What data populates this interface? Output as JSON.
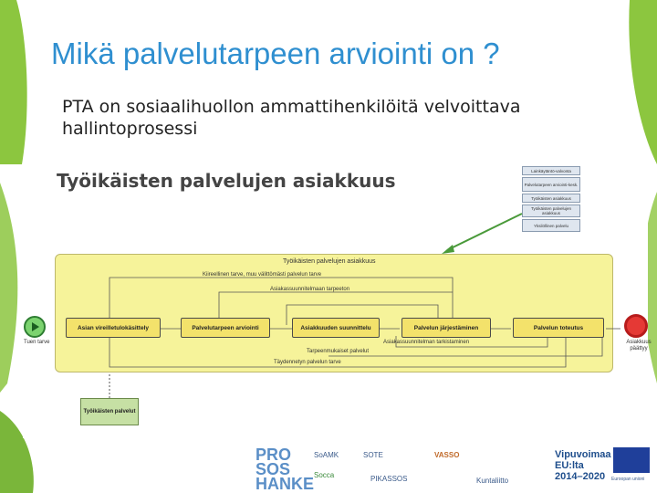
{
  "slide": {
    "title": "Mikä palvelutarpeen arviointi on ?",
    "subtitle": "PTA on sosiaalihuollon ammattihenkilöitä velvoittava hallintoprosessi"
  },
  "diagram": {
    "heading": "Työikäisten palvelujen asiakkuus",
    "frame_title": "Työikäisten palvelujen asiakkuus",
    "tasks": [
      "Asian vireilletulokäsittely",
      "Palvelutarpeen arviointi",
      "Asiakkuuden suunnittelu",
      "Palvelun järjestäminen",
      "Palvelun toteutus"
    ],
    "flow_labels": [
      "Kiireellinen tarve, muu välittömästi palvelun tarve",
      "Asiakassuunnitelmaan tarpeeton",
      "Asiakassuunnitelman tarkistaminen",
      "Tarpeenmukaiset palvelut",
      "Täydennetyn palvelun tarve"
    ],
    "start_label": "Tuen tarve",
    "end_label": "Asiakkuus päättyy",
    "legend": [
      "Lainkäytäntö-valvonta",
      "Palvelutarpeen arviointi-kesk.",
      "Työikäisten asiakkuus",
      "Työikäisten palvelujen asiakkuus",
      "Yksilöllinen palvelu"
    ],
    "sub_process": "Työikäisten palvelut"
  },
  "logos": [
    "PRO SOS HANKE",
    "SoAMK",
    "SOTE",
    "VASSO",
    "Socca",
    "PIKASSOS",
    "Kuntaliitto",
    "Vipuvoimaa EU:lta 2014–2020",
    "Euroopan unioni"
  ],
  "colors": {
    "title": "#2f8fd0",
    "deco_green": "#8cc63f",
    "frame": "#f6f39a",
    "task": "#f3e26b",
    "arrow": "#4a9a3a"
  }
}
